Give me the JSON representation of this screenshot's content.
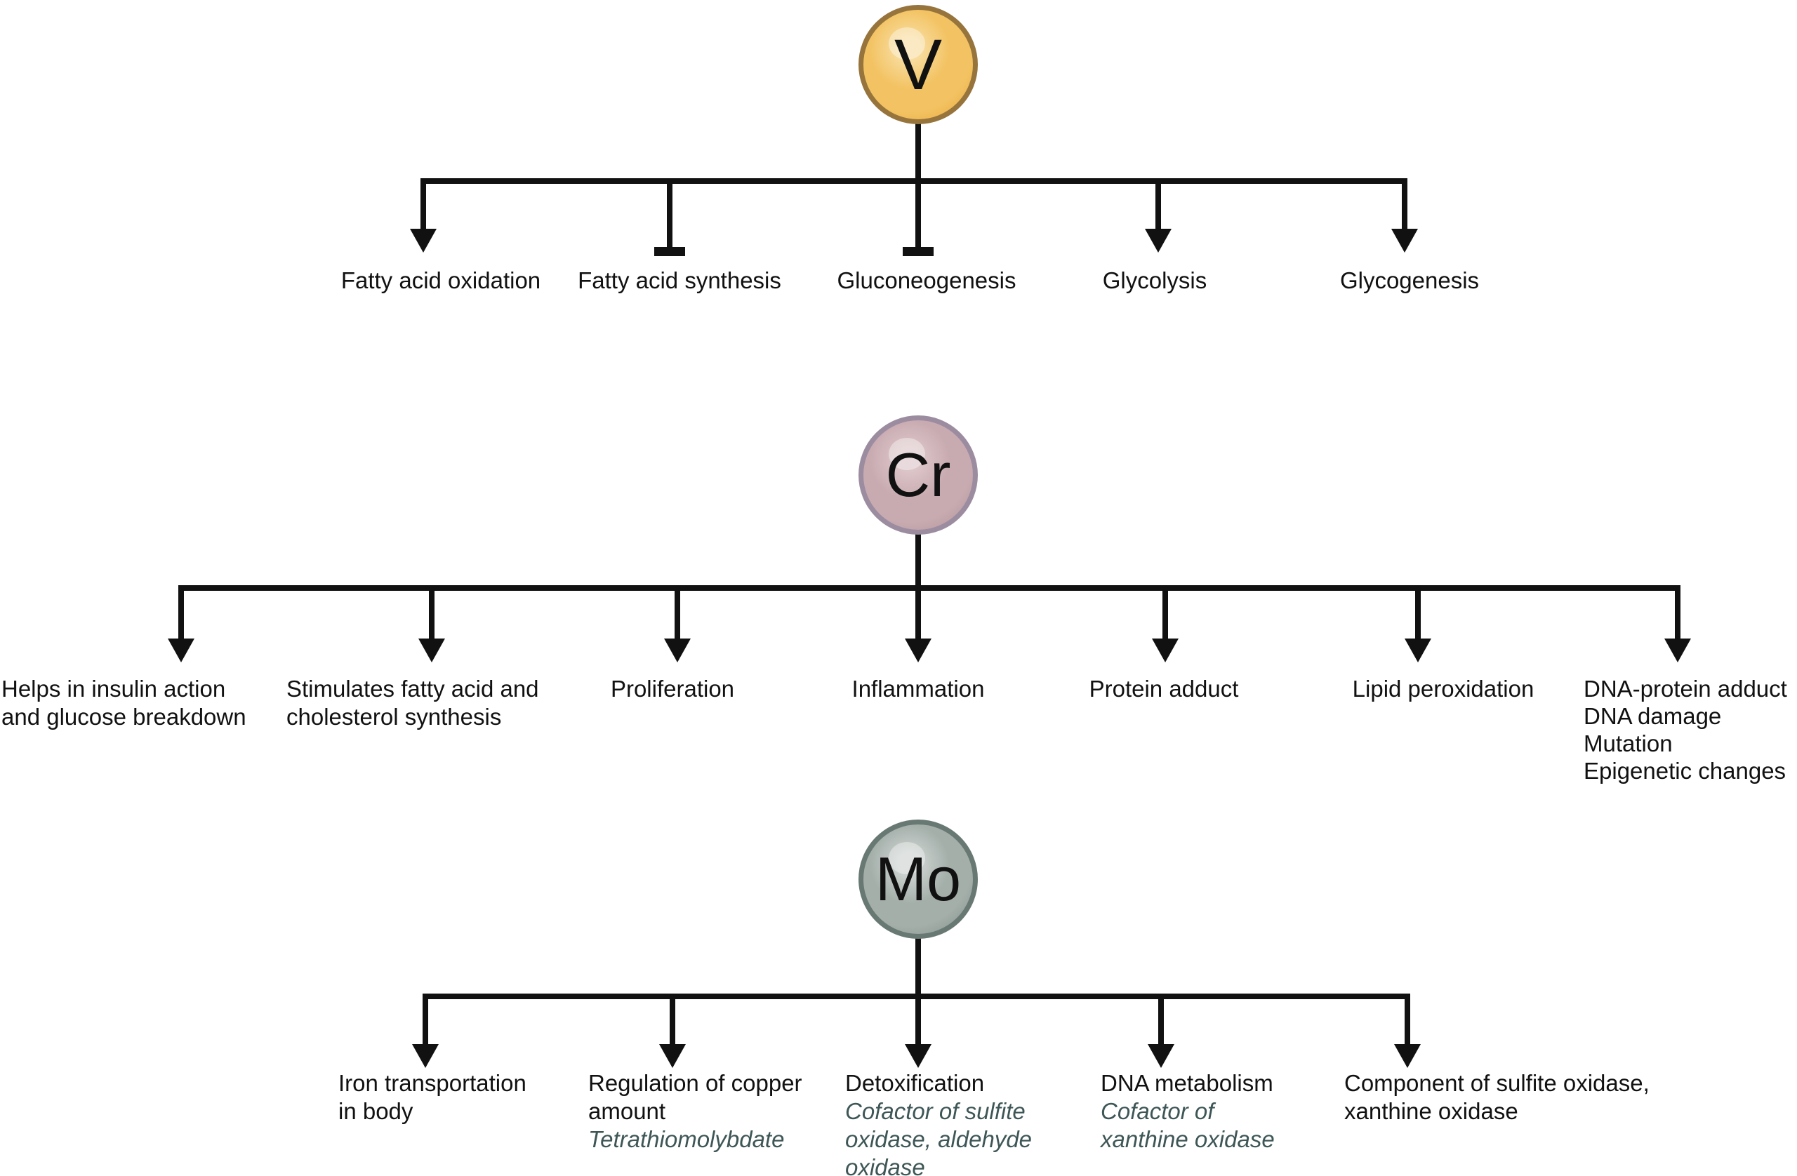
{
  "theme": {
    "background": "#FFFFFF",
    "line_color": "#111111",
    "text_color": "#111111",
    "note_color": "#3E5656"
  },
  "sections": [
    {
      "symbol": "V",
      "circle": {
        "fill": "#F3C363",
        "highlight": "#F8DC9E",
        "rim": "#E8A93E",
        "border": "#96743C"
      },
      "branches": [
        {
          "label": "Fatty acid oxidation",
          "relation": "activates"
        },
        {
          "label": "Fatty acid synthesis",
          "relation": "inhibits"
        },
        {
          "label": "Gluconeogenesis",
          "relation": "inhibits"
        },
        {
          "label": "Glycolysis",
          "relation": "activates"
        },
        {
          "label": "Glycogenesis",
          "relation": "activates"
        }
      ]
    },
    {
      "symbol": "Cr",
      "circle": {
        "fill": "#C8ABB1",
        "highlight": "#DCC5C8",
        "rim": "#B2949B",
        "border": "#9C8CA0"
      },
      "branches": [
        {
          "lines": [
            "Helps in insulin action",
            "and glucose breakdown"
          ],
          "relation": "activates"
        },
        {
          "lines": [
            "Stimulates fatty acid and",
            "cholesterol synthesis"
          ],
          "relation": "activates"
        },
        {
          "label": "Proliferation",
          "relation": "activates"
        },
        {
          "label": "Inflammation",
          "relation": "activates"
        },
        {
          "label": "Protein adduct",
          "relation": "activates"
        },
        {
          "label": "Lipid peroxidation",
          "relation": "activates"
        },
        {
          "lines": [
            "DNA-protein adduct",
            "DNA damage",
            "Mutation",
            "Epigenetic changes"
          ],
          "relation": "activates"
        }
      ]
    },
    {
      "symbol": "Mo",
      "circle": {
        "fill": "#A4AFAA",
        "highlight": "#CBD1CE",
        "rim": "#83908B",
        "border": "#687872"
      },
      "branches": [
        {
          "lines": [
            "Iron transportation",
            "in body"
          ],
          "relation": "activates"
        },
        {
          "lines": [
            "Regulation of copper",
            "amount"
          ],
          "notes": [
            "Tetrathiomolybdate"
          ],
          "relation": "activates"
        },
        {
          "lines": [
            "Detoxification"
          ],
          "notes": [
            "Cofactor of sulfite",
            "oxidase, aldehyde",
            "oxidase"
          ],
          "relation": "activates"
        },
        {
          "lines": [
            "DNA metabolism"
          ],
          "notes": [
            "Cofactor of",
            "xanthine oxidase"
          ],
          "relation": "activates"
        },
        {
          "lines": [
            "Component of sulfite oxidase,",
            "xanthine oxidase"
          ],
          "relation": "activates"
        }
      ]
    }
  ]
}
